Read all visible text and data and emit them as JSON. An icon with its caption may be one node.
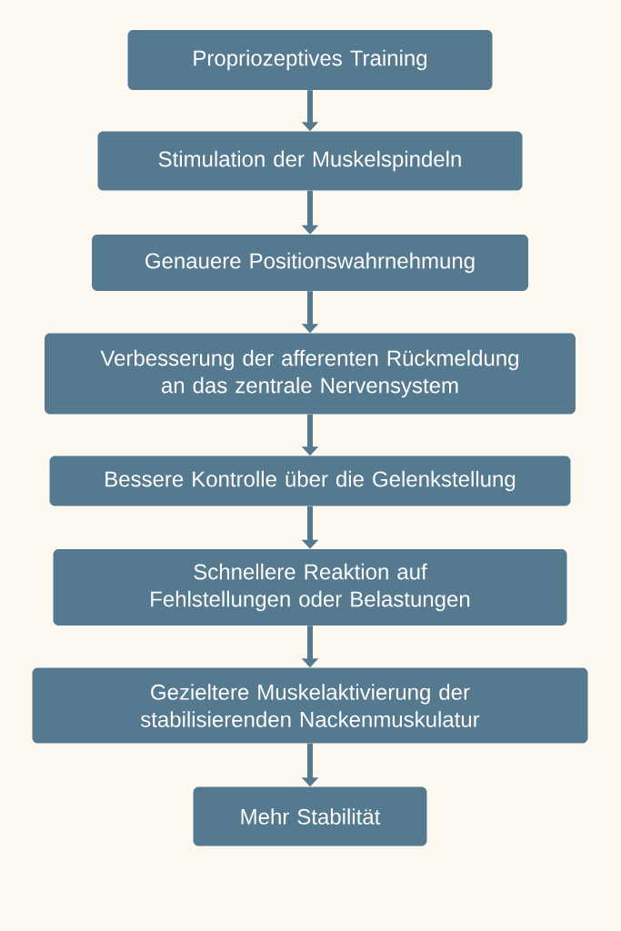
{
  "diagram": {
    "nodes": [
      {
        "text": [
          "Propriozeptives Training"
        ]
      },
      {
        "text": [
          "Stimulation der Muskelspindeln"
        ]
      },
      {
        "text": [
          "Genauere Positionswahrnehmung"
        ]
      },
      {
        "text": [
          "Verbesserung der afferenten Rückmeldung an das zentrale Nervensystem"
        ]
      },
      {
        "text": [
          "Bessere Kontrolle über die Gelenkstellung"
        ]
      },
      {
        "text": [
          "Schnellere Reaktion auf Fehlstellungen oder Belastungen"
        ]
      },
      {
        "text": [
          "Gezieltere Muskelaktivierung der stabilisierenden Nackenmuskulatur"
        ]
      },
      {
        "text": [
          "Mehr Stabilität"
        ]
      }
    ],
    "edges": [
      {
        "from": 0,
        "to": 1,
        "arrow": "to"
      },
      {
        "from": 1,
        "to": 2,
        "arrow": "to"
      },
      {
        "from": 2,
        "to": 3,
        "arrow": "to"
      },
      {
        "from": 3,
        "to": 4,
        "arrow": "to"
      },
      {
        "from": 4,
        "to": 5,
        "arrow": "to"
      },
      {
        "from": 5,
        "to": 6,
        "arrow": "to"
      },
      {
        "from": 6,
        "to": 7,
        "arrow": "to"
      }
    ]
  }
}
